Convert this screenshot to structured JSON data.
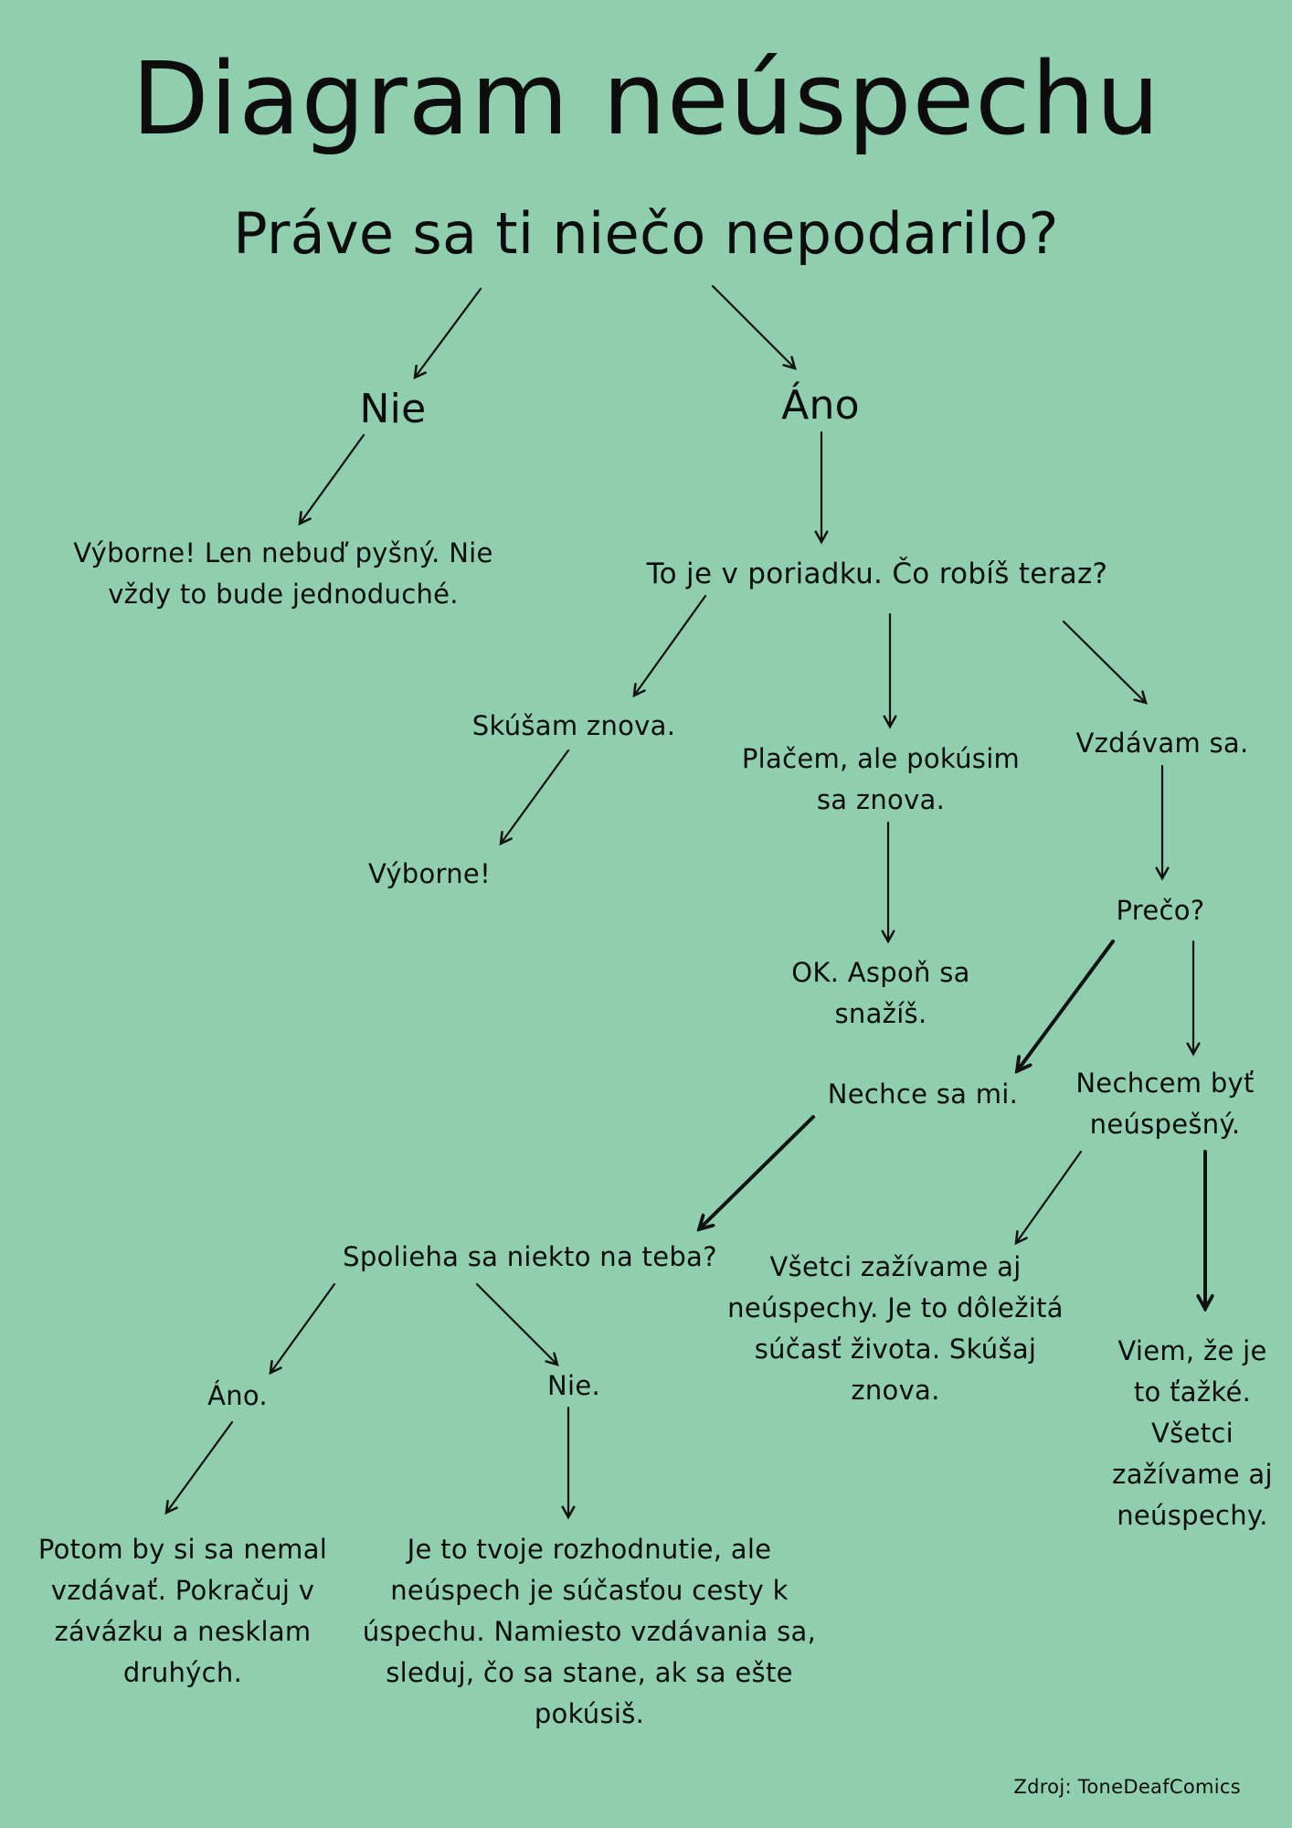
{
  "title": "Diagram neúspechu",
  "question": "Práve sa ti niečo nepodarilo?",
  "nodes": {
    "nie": "Nie",
    "ano": "Áno",
    "vyborne_pysny": "Výborne! Len nebuď pyšný. Nie\nvždy to bude jednoduché.",
    "poriadku": "To je v poriadku. Čo robíš teraz?",
    "skusam": "Skúšam znova.",
    "placem": "Plačem, ale pokúsim\nsa znova.",
    "vzdavam": "Vzdávam sa.",
    "vyborne": "Výborne!",
    "ok": "OK. Aspoň sa\nsnažíš.",
    "preco": "Prečo?",
    "nechce": "Nechce sa mi.",
    "nechcem": "Nechcem byť\nneúspešný.",
    "spolieha": "Spolieha sa niekto na teba?",
    "vsetci_zazivame": "Všetci zažívame aj\nneúspechy. Je to dôležitá\nsúčasť života. Skúšaj\nznova.",
    "viem": "Viem, že je\nto ťažké.\nVšetci\nzažívame aj\nneúspechy.",
    "ano2": "Áno.",
    "nie2": "Nie.",
    "potom": "Potom by si sa nemal\nvzdávať. Pokračuj v\nzávázku a nesklam\ndruhých.",
    "rozhodnutie": "Je to tvoje rozhodnutie, ale\nneúspech je súčasťou cesty k\núspechu. Namiesto vzdávania sa,\nsleduj, čo sa stane, ak sa ešte\npokúsiš."
  },
  "source": "Zdroj: ToneDeafComics",
  "colors": {
    "background": "#8fcfb0",
    "ink": "#0d0d0d"
  }
}
